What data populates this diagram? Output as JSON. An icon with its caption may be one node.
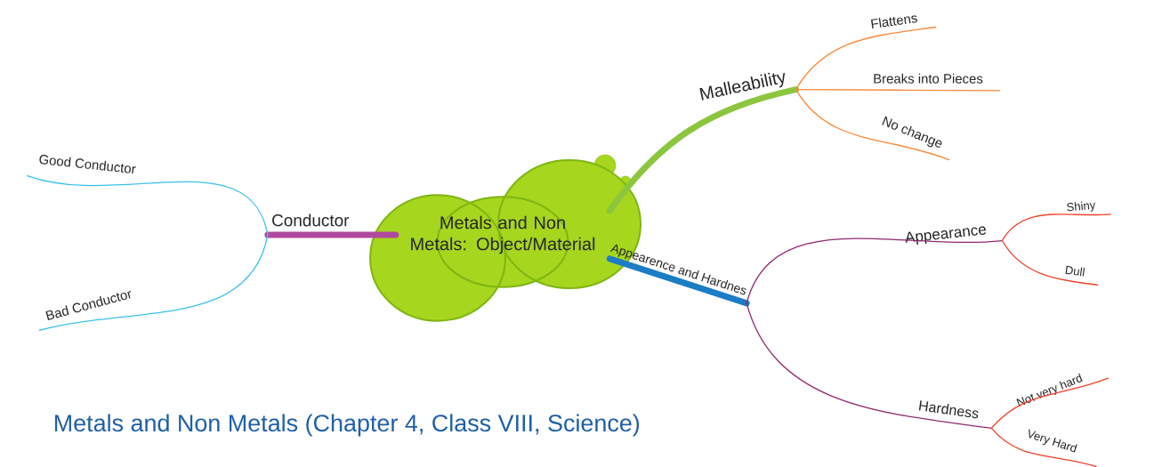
{
  "diagram": {
    "caption": "Metals and Non Metals (Chapter 4, Class VIII, Science)",
    "nodes": [
      {
        "text": [
          "Metals and Non Metals: Object/Material"
        ]
      },
      {
        "text": [
          "Conductor"
        ]
      },
      {
        "text": [
          "Good Conductor"
        ]
      },
      {
        "text": [
          "Bad Conductor"
        ]
      },
      {
        "text": [
          "Malleability"
        ]
      },
      {
        "text": [
          "Flattens"
        ]
      },
      {
        "text": [
          "Breaks into Pieces"
        ]
      },
      {
        "text": [
          "No change"
        ]
      },
      {
        "text": [
          "Appearence and Hardnes"
        ]
      },
      {
        "text": [
          "Appearance"
        ]
      },
      {
        "text": [
          "Shiny"
        ]
      },
      {
        "text": [
          "Dull"
        ]
      },
      {
        "text": [
          "Hardness"
        ]
      },
      {
        "text": [
          "Not very hard"
        ]
      },
      {
        "text": [
          "Very Hard"
        ]
      }
    ],
    "edges": [
      {
        "from": 0,
        "to": 1,
        "arrow": "none",
        "style": "thick",
        "color": "#b04a9e"
      },
      {
        "from": 1,
        "to": 2,
        "arrow": "none",
        "color": "#3cc0ec"
      },
      {
        "from": 1,
        "to": 3,
        "arrow": "none",
        "color": "#3cc0ec"
      },
      {
        "from": 0,
        "to": 4,
        "arrow": "none",
        "style": "thick",
        "color": "#8cc63f"
      },
      {
        "from": 4,
        "to": 5,
        "arrow": "none",
        "color": "#f7883a"
      },
      {
        "from": 4,
        "to": 6,
        "arrow": "none",
        "color": "#f7883a"
      },
      {
        "from": 4,
        "to": 7,
        "arrow": "none",
        "color": "#f7883a"
      },
      {
        "from": 0,
        "to": 8,
        "arrow": "none",
        "style": "thick",
        "color": "#1c7cc4"
      },
      {
        "from": 8,
        "to": 9,
        "arrow": "none",
        "color": "#8e2a6e"
      },
      {
        "from": 8,
        "to": 12,
        "arrow": "none",
        "color": "#8e2a6e"
      },
      {
        "from": 9,
        "to": 10,
        "arrow": "none",
        "color": "#f0422c"
      },
      {
        "from": 9,
        "to": 11,
        "arrow": "none",
        "color": "#f0422c"
      },
      {
        "from": 12,
        "to": 13,
        "arrow": "none",
        "color": "#f0422c"
      },
      {
        "from": 12,
        "to": 14,
        "arrow": "none",
        "color": "#f0422c"
      }
    ]
  }
}
